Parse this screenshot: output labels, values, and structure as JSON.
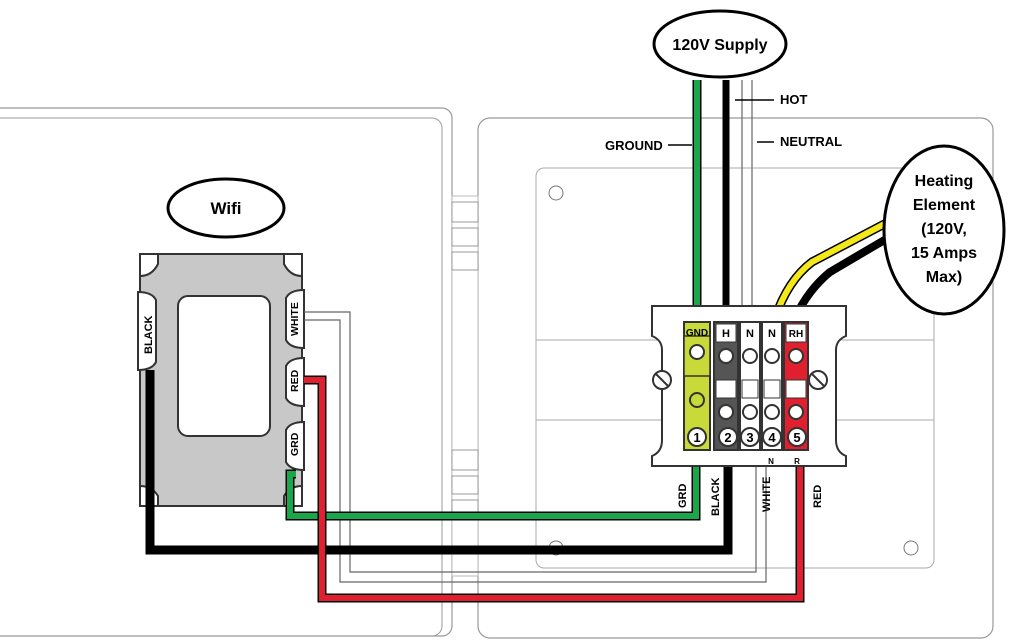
{
  "callouts": {
    "supply": "120V Supply",
    "wifi": "Wifi",
    "heater_line1": "Heating",
    "heater_line2": "Element",
    "heater_line3": "(120V,",
    "heater_line4": "15 Amps",
    "heater_line5": "Max)"
  },
  "wire_labels": {
    "hot": "HOT",
    "neutral": "NEUTRAL",
    "ground": "GROUND"
  },
  "thermostat_terminals": {
    "black": "BLACK",
    "white": "WHITE",
    "red": "RED",
    "grd": "GRD"
  },
  "terminal_block": {
    "tops": [
      "GND",
      "H",
      "N",
      "N",
      "RH"
    ],
    "numbers": [
      "1",
      "2",
      "3",
      "4",
      "5"
    ],
    "bottoms": [
      "N",
      "R"
    ]
  },
  "bottom_wire_labels": {
    "grd": "GRD",
    "black": "BLACK",
    "white": "WHITE",
    "red": "RED"
  },
  "colors": {
    "ground": "#1aa64a",
    "hot": "#000000",
    "red": "#e0202e",
    "yellow": "#f2e81a",
    "gray": "#c8c8c8"
  }
}
